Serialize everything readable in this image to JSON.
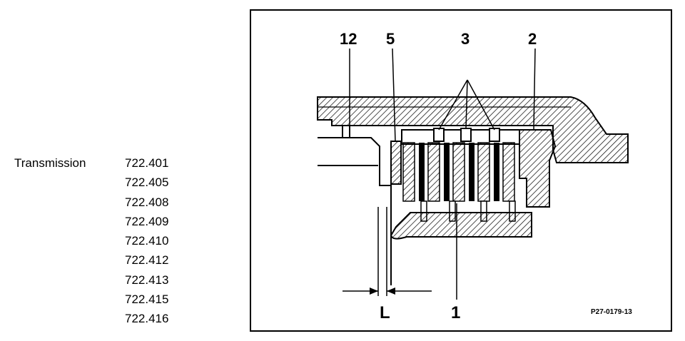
{
  "spec": {
    "label": "Transmission",
    "models": [
      "722.401",
      "722.405",
      "722.408",
      "722.409",
      "722.410",
      "722.412",
      "722.413",
      "722.415",
      "722.416"
    ]
  },
  "figure": {
    "callouts": {
      "c12": "12",
      "c5": "5",
      "c3": "3",
      "c2": "2",
      "c1": "1",
      "cL": "L"
    },
    "reference": "P27-0179-13"
  }
}
